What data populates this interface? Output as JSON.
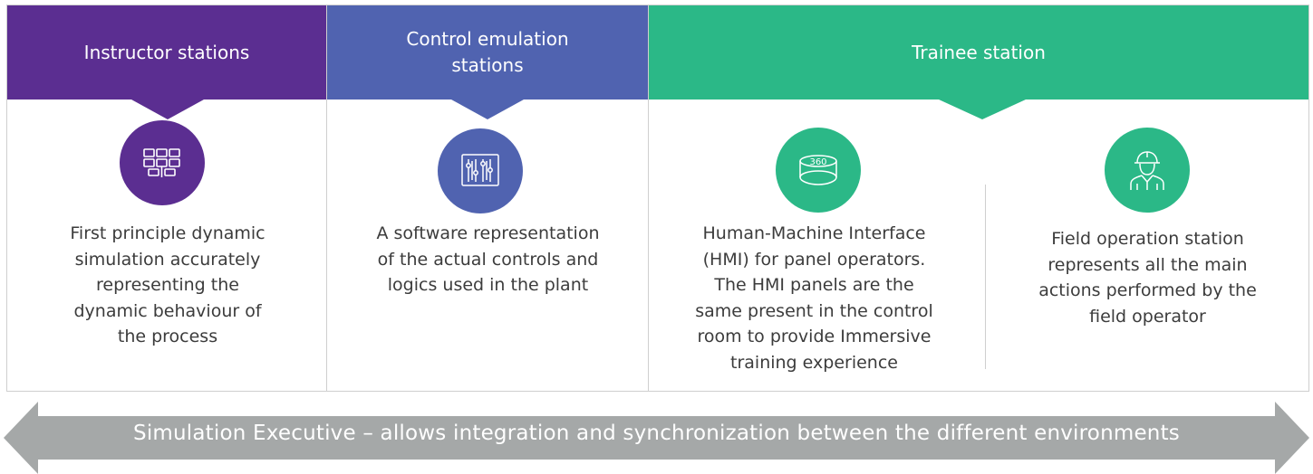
{
  "colors": {
    "instructor": "#5b2e91",
    "control": "#5063b0",
    "trainee": "#2bb887",
    "arrow": "#a5a8a8"
  },
  "columns": [
    {
      "header": [
        "Instructor stations"
      ],
      "icon": "monitor-wall-icon",
      "description": [
        "First principle dynamic",
        "simulation accurately",
        "representing the",
        "dynamic behaviour of",
        "the process"
      ]
    },
    {
      "header": [
        "Control emulation",
        "stations"
      ],
      "icon": "control-sliders-icon",
      "description": [
        "A software representation",
        "of the actual controls and",
        "logics used in the plant"
      ]
    },
    {
      "header": [
        "Trainee station"
      ],
      "items": [
        {
          "icon": "360-view-icon",
          "icon_text": "360",
          "description": [
            "Human-Machine Interface",
            "(HMI) for panel operators.",
            "The HMI panels are the",
            "same present in the control",
            "room to provide Immersive",
            "training experience"
          ]
        },
        {
          "icon": "field-operator-icon",
          "description": [
            "Field operation station",
            "represents all the main",
            "actions performed by the",
            "field operator"
          ]
        }
      ]
    }
  ],
  "banner": {
    "text": "Simulation Executive – allows integration and synchronization between the different environments"
  }
}
